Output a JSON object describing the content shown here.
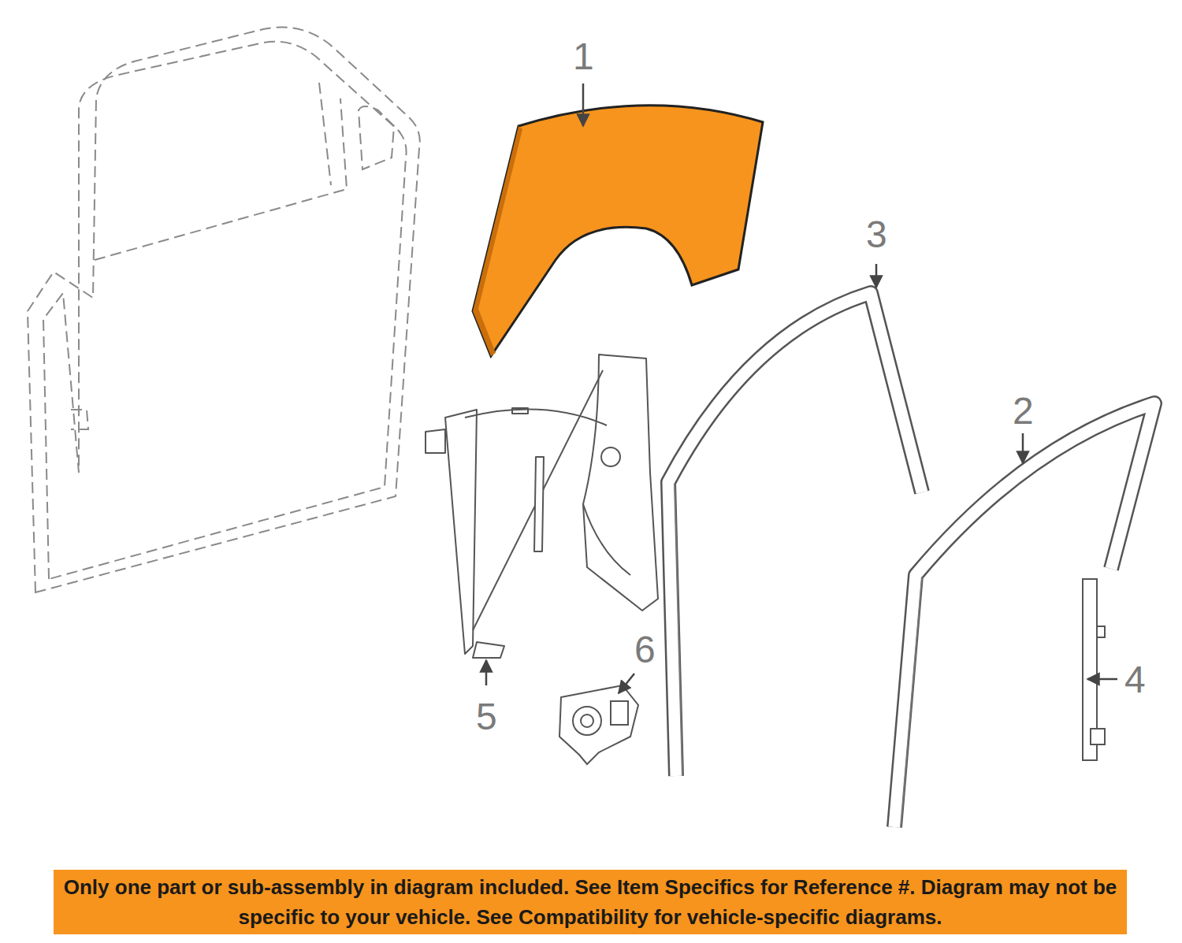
{
  "diagram": {
    "nodes": [
      {
        "text": [
          "Only one part or sub-assembly in diagram included. See Item Specifics for Reference #. Diagram may not be specific to your vehicle. See Compatibility for vehicle-specific diagrams."
        ]
      }
    ],
    "labels": [
      "1",
      "3",
      "2",
      "5",
      "6",
      "4"
    ]
  }
}
